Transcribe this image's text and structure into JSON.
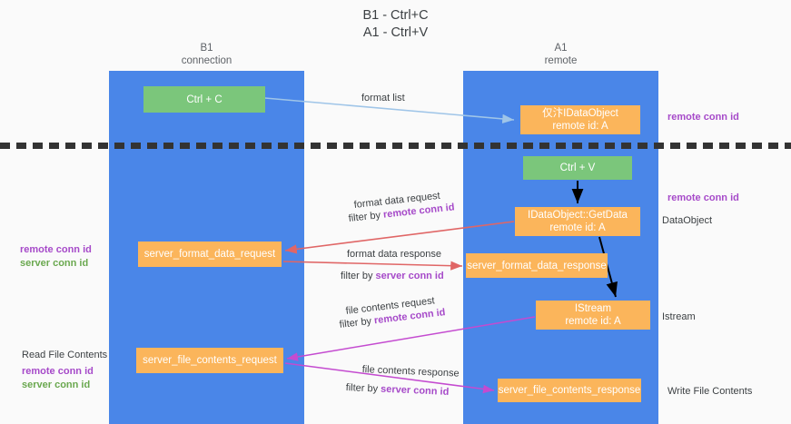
{
  "title": {
    "line1": "B1 - Ctrl+C",
    "line2": "A1 - Ctrl+V"
  },
  "lanes": [
    {
      "id": "b1",
      "name": "B1",
      "subtitle": "connection",
      "color": "#4a86e8"
    },
    {
      "id": "a1",
      "name": "A1",
      "subtitle": "remote",
      "color": "#4a86e8"
    }
  ],
  "colors": {
    "lane": "#4a86e8",
    "green_node": "#7bc67b",
    "orange_node": "#fbb55b",
    "purple_text": "#a64ac9",
    "green_text": "#6aa84f",
    "blue_arrow": "#9fc5e8",
    "red_arrow": "#e06666",
    "magenta_arrow": "#c44bd0",
    "black_arrow": "#000000",
    "divider": "#333333",
    "background": "#fafafa"
  },
  "nodes": {
    "ctrl_c": {
      "label": "Ctrl + C",
      "style": "green"
    },
    "idataobject": {
      "line1": "仅汴IDataObject",
      "line2": "remote id: A",
      "style": "orange"
    },
    "ctrl_v": {
      "label": "Ctrl + V",
      "style": "green"
    },
    "getdata": {
      "line1": "IDataObject::GetData",
      "line2": "remote id: A",
      "style": "orange"
    },
    "server_format_data_request": {
      "label": "server_format_data_request",
      "style": "orange"
    },
    "server_format_data_response": {
      "label": "server_format_data_response",
      "style": "orange"
    },
    "istream": {
      "line1": "IStream",
      "line2": "remote id: A",
      "style": "orange"
    },
    "server_file_contents_request": {
      "label": "server_file_contents_request",
      "style": "orange"
    },
    "server_file_contents_response": {
      "label": "server_file_contents_response",
      "style": "orange"
    }
  },
  "edge_labels": {
    "format_list": "format list",
    "format_data_request": "format data request",
    "filter_by_prefix": "filter by ",
    "remote_conn_id": "remote conn id",
    "format_data_response": "format data response",
    "server_conn_id": "server conn id",
    "file_contents_request": "file contents request",
    "file_contents_response": "file contents response"
  },
  "annotations": {
    "remote_conn_id_top": "remote conn id",
    "remote_conn_id_mid": "remote conn id",
    "dataobject": "DataObject",
    "istream": "Istream",
    "write_file_contents": "Write File Contents",
    "read_file_contents": "Read File Contents",
    "left_remote_conn_id_1": "remote conn id",
    "left_server_conn_id_1": "server conn id",
    "left_remote_conn_id_2": "remote conn id",
    "left_server_conn_id_2": "server conn id"
  }
}
